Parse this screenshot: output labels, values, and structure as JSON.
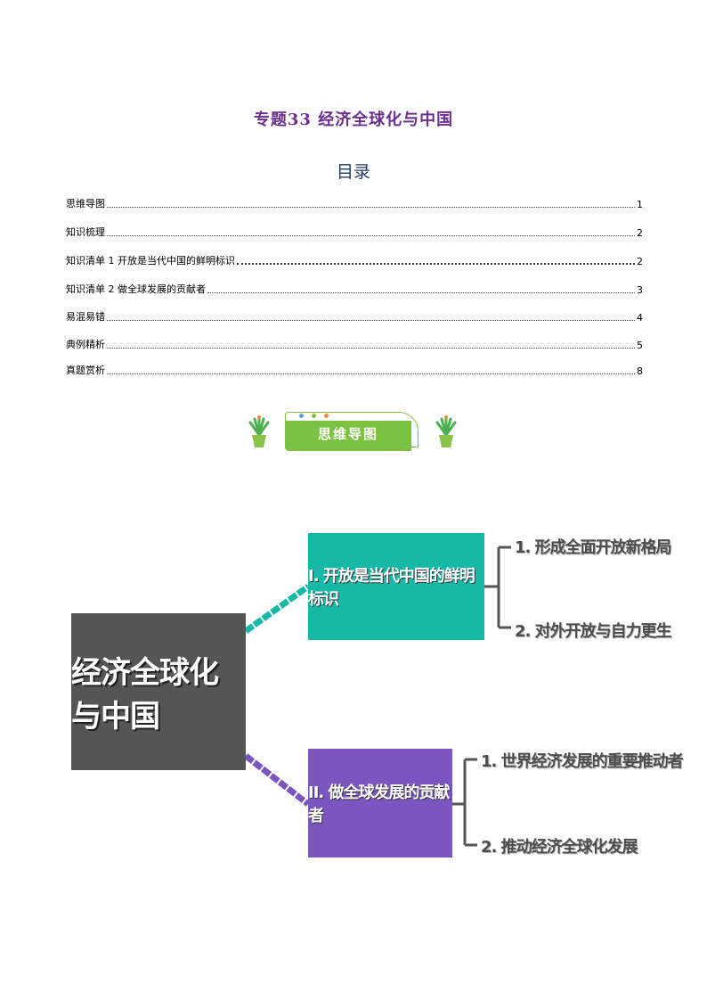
{
  "document": {
    "title": "专题33  经济全球化与中国",
    "toc_heading": "目录"
  },
  "toc": [
    {
      "text": "思维导图",
      "page": "1"
    },
    {
      "text": "知识梳理",
      "page": "2"
    },
    {
      "text": "知识清单 1 开放是当代中国的鲜明标识",
      "page": "2"
    },
    {
      "text": "知识清单 2 做全球发展的贡献者",
      "page": "3"
    },
    {
      "text": "易混易错",
      "page": "4"
    },
    {
      "text": "典例精析",
      "page": "5"
    },
    {
      "text": "真题赏析",
      "page": "8"
    }
  ],
  "banner": {
    "label": "思维导图",
    "colors": {
      "green": "#7cc242",
      "dot1": "#5aa0e0",
      "dot2": "#7cc242",
      "dot3": "#f08c3c"
    }
  },
  "mindmap": {
    "root": "经济全球化与中国",
    "branches": [
      {
        "label": "I. 开放是当代中国的鲜明标识",
        "color": "#17b9a6",
        "children": [
          "1. 形成全面开放新格局",
          "2. 对外开放与自力更生"
        ]
      },
      {
        "label": "II. 做全球发展的贡献者",
        "color": "#7b55c0",
        "children": [
          "1. 世界经济发展的重要推动者",
          "2. 推动经济全球化发展"
        ]
      }
    ]
  }
}
